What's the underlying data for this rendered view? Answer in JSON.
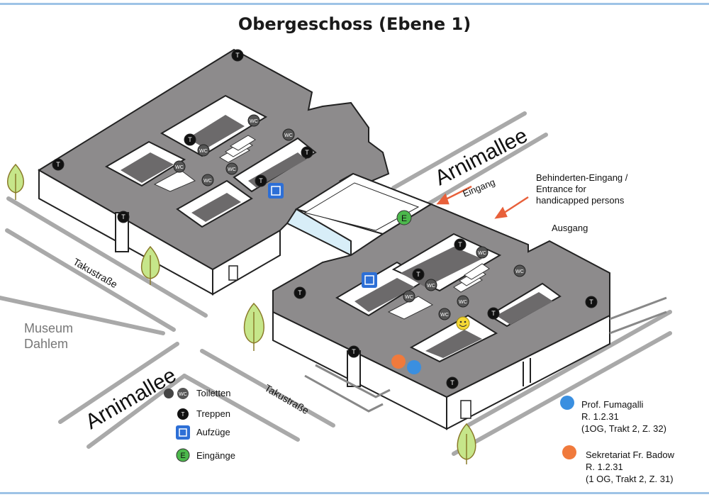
{
  "title": "Obergeschoss (Ebene 1)",
  "streets": {
    "arnimallee_top": "Arnimallee",
    "arnimallee_bottom": "Arnimallee",
    "takustrasse_left": "Takustraße",
    "takustrasse_bottom": "Takustraße"
  },
  "places": {
    "museum": "Museum",
    "museum_line2": "Dahlem"
  },
  "annotations": {
    "eingang": "Eingang",
    "handicapped_line1": "Behinderten-Eingang /",
    "handicapped_line2": "Entrance for",
    "handicapped_line3": "handicapped persons",
    "ausgang": "Ausgang"
  },
  "symbols": {
    "wc": "WC",
    "stairs": "T",
    "entrance": "E"
  },
  "legend": {
    "toilets": "Toiletten",
    "stairs": "Treppen",
    "elevators": "Aufzüge",
    "entrances": "Eingänge"
  },
  "persons": [
    {
      "name": "Prof. Fumagalli",
      "room": "R. 1.2.31",
      "detail": "(1OG, Trakt 2, Z. 32)",
      "color": "#3a8fe0"
    },
    {
      "name": "Sekretariat Fr. Badow",
      "room": "R. 1.2.31",
      "detail": "(1 OG, Trakt 2, Z. 31)",
      "color": "#f07a3c"
    }
  ],
  "colors": {
    "roof": "#8d8b8c",
    "wall": "#ffffff",
    "bridge": "#d8eef8",
    "entrance_green": "#4cb84c",
    "elevator_blue": "#2d6fd6",
    "arrow": "#e8603a",
    "street": "#a9a9a9",
    "tree": "#c6e68a"
  }
}
